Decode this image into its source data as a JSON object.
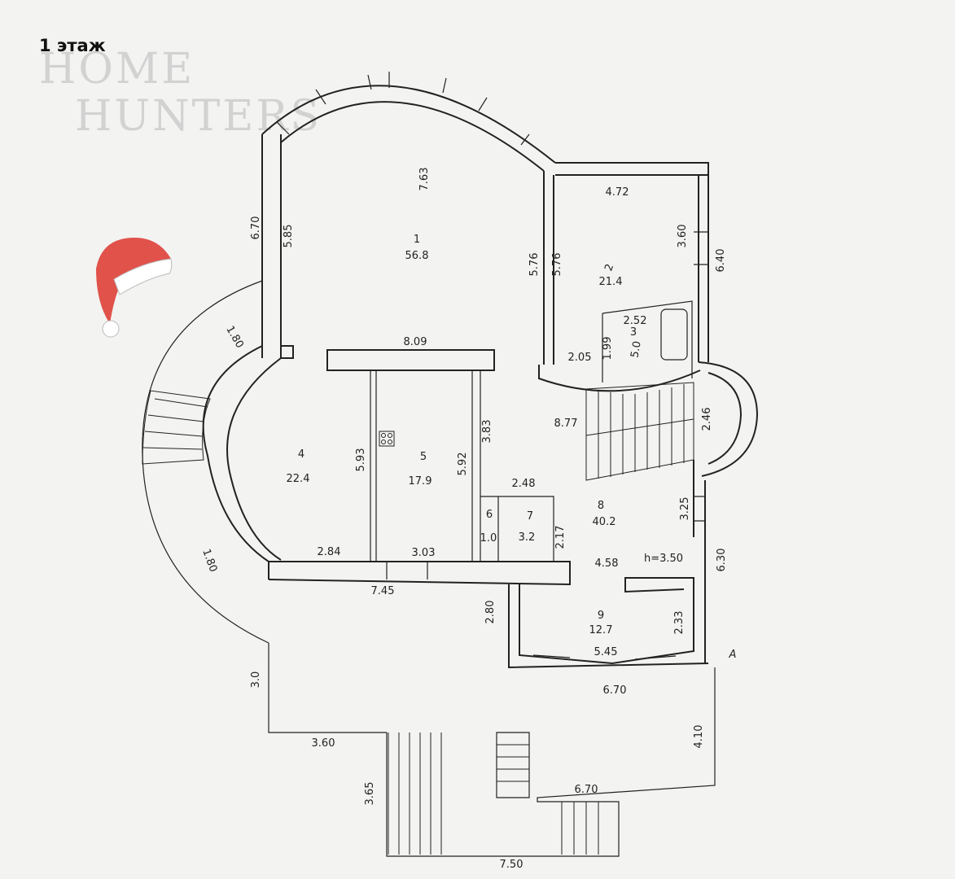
{
  "title": "1 этаж",
  "watermark": {
    "line1": "HOME",
    "line2": "HUNTERS"
  },
  "rooms": [
    {
      "num": "1",
      "area": "56.8"
    },
    {
      "num": "2",
      "area": "21.4"
    },
    {
      "num": "3",
      "area": "5.0"
    },
    {
      "num": "4",
      "area": "22.4"
    },
    {
      "num": "5",
      "area": "17.9"
    },
    {
      "num": "6",
      "area": "1.0"
    },
    {
      "num": "7",
      "area": "3.2"
    },
    {
      "num": "8",
      "area": "40.2"
    },
    {
      "num": "9",
      "area": "12.7"
    }
  ],
  "dimensions": {
    "d_763": "7.63",
    "d_670_top": "6.70",
    "d_585": "5.85",
    "d_576a": "5.76",
    "d_576b": "5.76",
    "d_472": "4.72",
    "d_360_right": "3.60",
    "d_640": "6.40",
    "d_252": "2.52",
    "d_199": "1.99",
    "d_205": "2.05",
    "d_180_upper": "1.80",
    "d_809": "8.09",
    "d_383": "3.83",
    "d_593": "5.93",
    "d_592": "5.92",
    "d_877": "8.77",
    "d_246": "2.46",
    "d_248": "2.48",
    "d_217": "2.17",
    "d_325": "3.25",
    "d_284": "2.84",
    "d_303": "3.03",
    "d_458": "4.58",
    "d_h350": "h=3.50",
    "d_630": "6.30",
    "d_180_lower": "1.80",
    "d_745": "7.45",
    "d_280": "2.80",
    "d_233": "2.33",
    "d_545": "5.45",
    "d_670_mid": "6.70",
    "d_30": "3.0",
    "d_360_bottom": "3.60",
    "d_410": "4.10",
    "d_365": "3.65",
    "d_670_bottom": "6.70",
    "d_750": "7.50",
    "section_mark": "A"
  },
  "colors": {
    "hat_red": "#e0524a",
    "hat_white": "#ffffff",
    "line": "#222222",
    "paper": "#f3f3f1"
  }
}
